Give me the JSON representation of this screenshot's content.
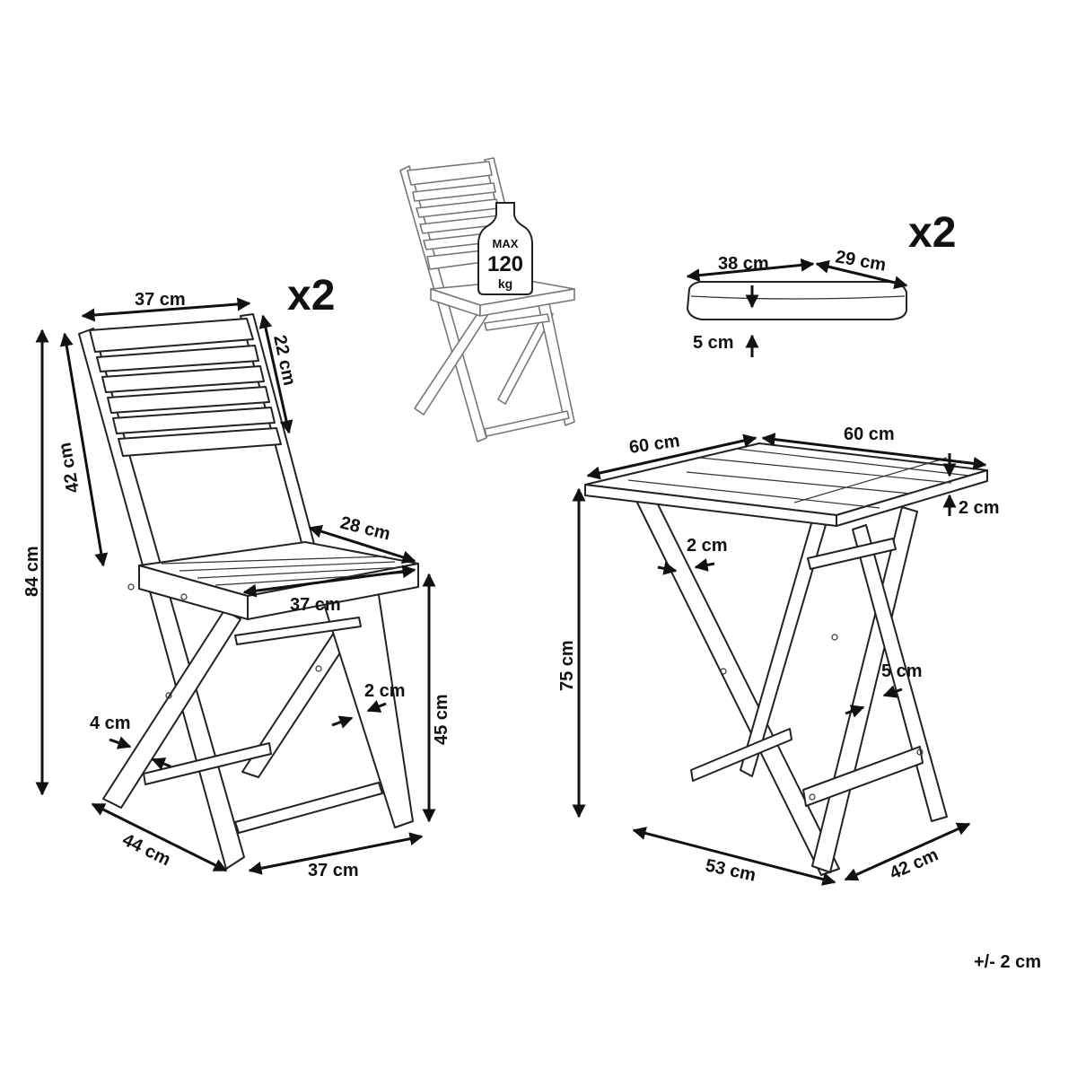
{
  "chair": {
    "quantity": "x2",
    "back_width": "37 cm",
    "back_height": "22 cm",
    "back_length": "42 cm",
    "total_height": "84 cm",
    "seat_depth": "28 cm",
    "seat_width": "37 cm",
    "seat_height": "45 cm",
    "leg_thickness": "2 cm",
    "leg_width": "4 cm",
    "base_depth": "44 cm",
    "base_width": "37 cm"
  },
  "load_badge": {
    "line1": "MAX",
    "line2": "120",
    "line3": "kg"
  },
  "cushion": {
    "quantity": "x2",
    "length": "38 cm",
    "width": "29 cm",
    "thickness": "5 cm"
  },
  "table": {
    "top_length": "60 cm",
    "top_width": "60 cm",
    "top_thickness": "2 cm",
    "leg_thickness": "2 cm",
    "height": "75 cm",
    "leg_width": "5 cm",
    "base_length": "53 cm",
    "base_width": "42 cm"
  },
  "tolerance": "+/- 2 cm"
}
